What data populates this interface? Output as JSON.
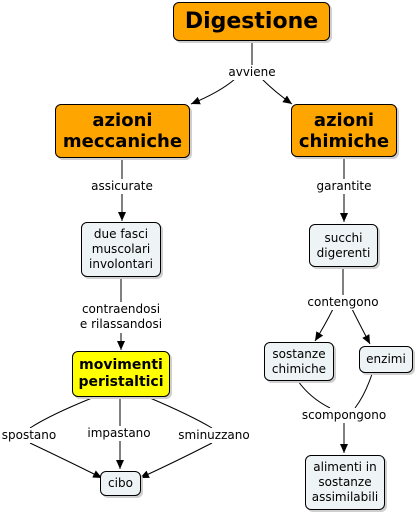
{
  "nodes": {
    "digestione": "Digestione",
    "azioni_meccaniche": "azioni\nmeccaniche",
    "azioni_chimiche": "azioni\nchimiche",
    "fasci": "due fasci\nmuscolari\ninvolontari",
    "movimenti": "movimenti\nperistaltici",
    "cibo": "cibo",
    "succhi": "succhi\ndigerenti",
    "sostanze_chimiche": "sostanze\nchimiche",
    "enzimi": "enzimi",
    "alimenti": "alimenti in\nsostanze\nassimilabili"
  },
  "links": {
    "avviene": "avviene",
    "assicurate": "assicurate",
    "garantite": "garantite",
    "contraendosi": "contraendosi\ne rilassandosi",
    "contengono": "contengono",
    "spostano": "spostano",
    "impastano": "impastano",
    "sminuzzano": "sminuzzano",
    "scompongono": "scompongono"
  },
  "colors": {
    "orange": "#ffa500",
    "yellow": "#ffff00",
    "pale": "#eef3f5"
  }
}
